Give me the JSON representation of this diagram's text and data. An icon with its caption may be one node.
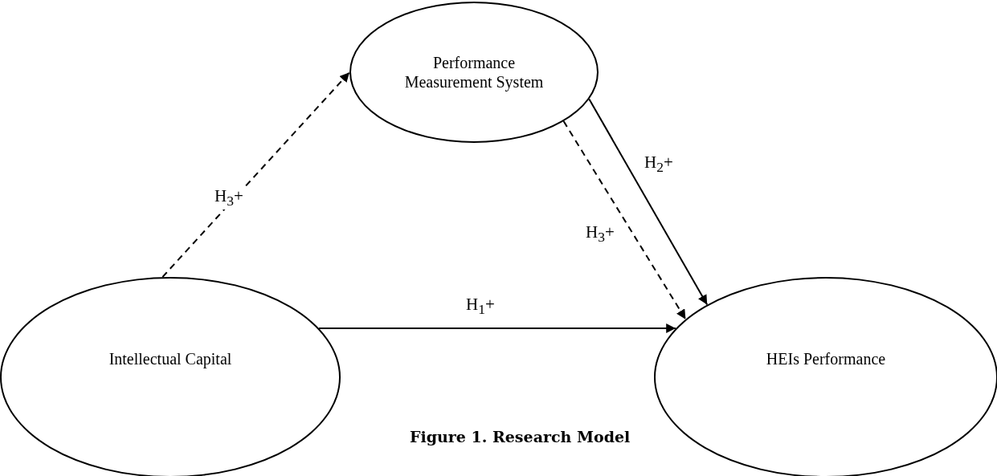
{
  "diagram": {
    "caption": "Figure 1. Research Model",
    "nodes": [
      {
        "text": [
          "Performance Measurement System"
        ]
      },
      {
        "text": [
          "Intellectual Capital"
        ]
      },
      {
        "text": [
          "HEIs Performance"
        ]
      }
    ],
    "edges": [
      {
        "from": 1,
        "to": 0,
        "arrow": "to",
        "style": "dashed",
        "label": "H$_{3}$+"
      },
      {
        "from": 0,
        "to": 2,
        "arrow": "to",
        "label": "H$_{2}$+"
      },
      {
        "from": 0,
        "to": 2,
        "arrow": "to",
        "style": "dashed",
        "label": "H$_{3}$+"
      },
      {
        "from": 1,
        "to": 2,
        "arrow": "to",
        "label": "H$_{1}$+"
      }
    ]
  }
}
